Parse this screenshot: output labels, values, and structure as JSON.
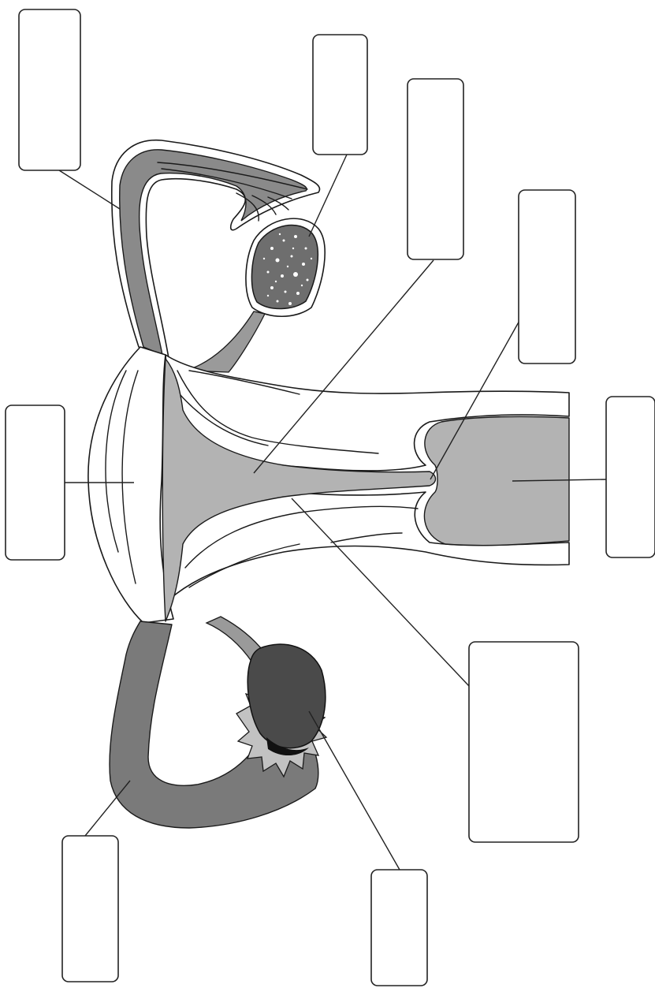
{
  "diagram": {
    "colors": {
      "outline": "#1a1a1a",
      "light_gray": "#b3b3b3",
      "mid_gray": "#8a8a8a",
      "dark_gray": "#7a7a7a",
      "ovary_dark": "#4a4a4a",
      "background": "#ffffff"
    },
    "label_boxes": [
      {
        "id": "label-box-1",
        "text": ""
      },
      {
        "id": "label-box-2",
        "text": ""
      },
      {
        "id": "label-box-3",
        "text": ""
      },
      {
        "id": "label-box-4",
        "text": ""
      },
      {
        "id": "label-box-5",
        "text": ""
      },
      {
        "id": "label-box-6",
        "text": ""
      },
      {
        "id": "label-box-7",
        "text": ""
      },
      {
        "id": "label-box-8",
        "text": ""
      },
      {
        "id": "label-box-9",
        "text": ""
      }
    ]
  }
}
